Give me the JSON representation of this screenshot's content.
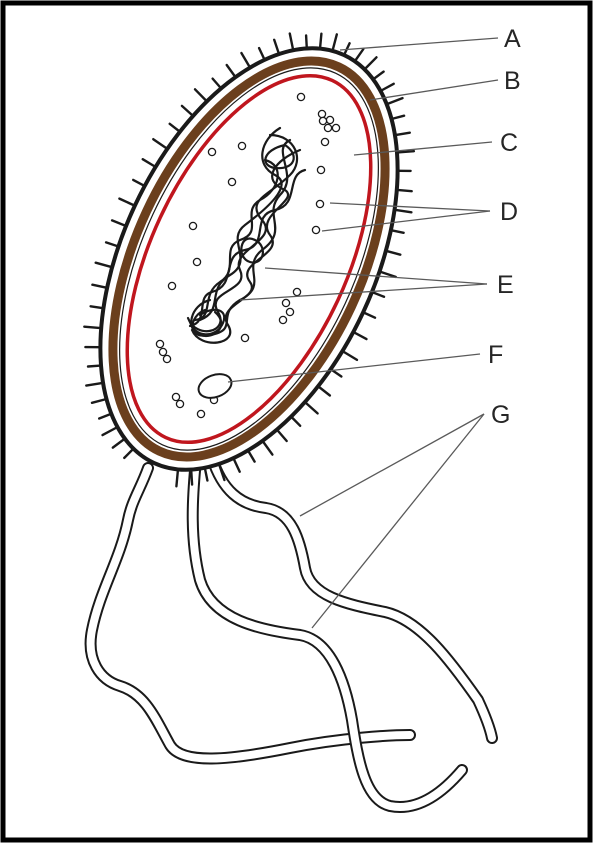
{
  "labels": {
    "a": "A",
    "b": "B",
    "c": "C",
    "d": "D",
    "e": "E",
    "f": "F",
    "g": "G"
  },
  "colors": {
    "frame": "#000000",
    "cell_wall": "#6b3f1d",
    "cell_membrane": "#c0161e",
    "outline": "#1a1a1a",
    "leader_line": "#5a5a5a",
    "label_text": "#262626",
    "background": "#ffffff"
  }
}
